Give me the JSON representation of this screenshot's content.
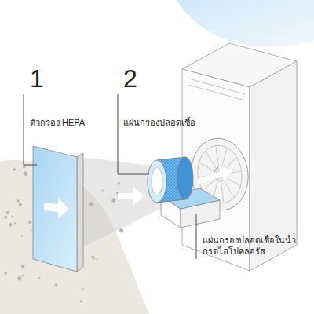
{
  "diagram": {
    "labels": [
      "1",
      "ตัวกรอง HEPA",
      "2",
      "แผ่นกรองปลอดเชื้อ",
      "แผ่นกรองปลอดเชื้อในน้ำ กรดไฮโปคลอรัส"
    ]
  }
}
